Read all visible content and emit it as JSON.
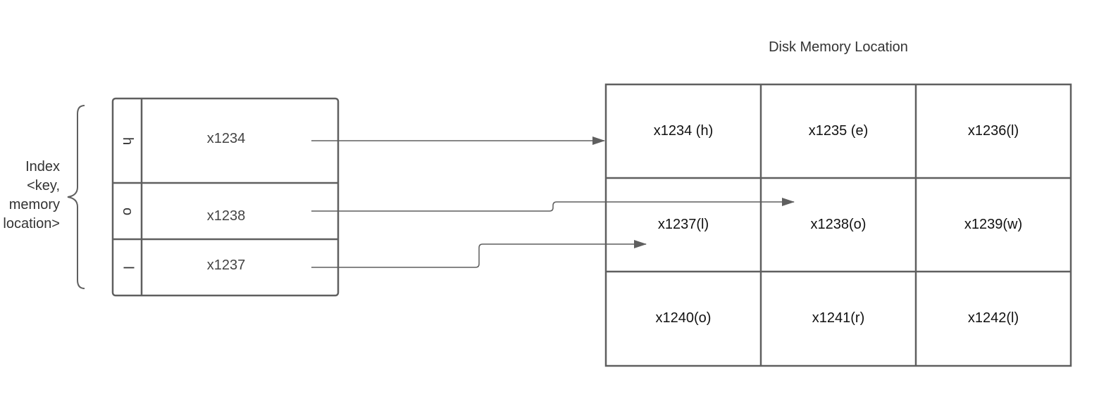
{
  "index": {
    "label_lines": [
      "Index",
      "<key,",
      "memory",
      "location>"
    ],
    "entries": [
      {
        "key": "h",
        "location": "x1234"
      },
      {
        "key": "o",
        "location": "x1238"
      },
      {
        "key": "l",
        "location": "x1237"
      }
    ]
  },
  "disk": {
    "title": "Disk Memory Location",
    "cells": [
      [
        "x1234 (h)",
        "x1235 (e)",
        "x1236(l)"
      ],
      [
        "x1237(l)",
        "x1238(o)",
        "x1239(w)"
      ],
      [
        "x1240(o)",
        "x1241(r)",
        "x1242(l)"
      ]
    ]
  },
  "colors": {
    "stroke": "#5f5f5f"
  }
}
